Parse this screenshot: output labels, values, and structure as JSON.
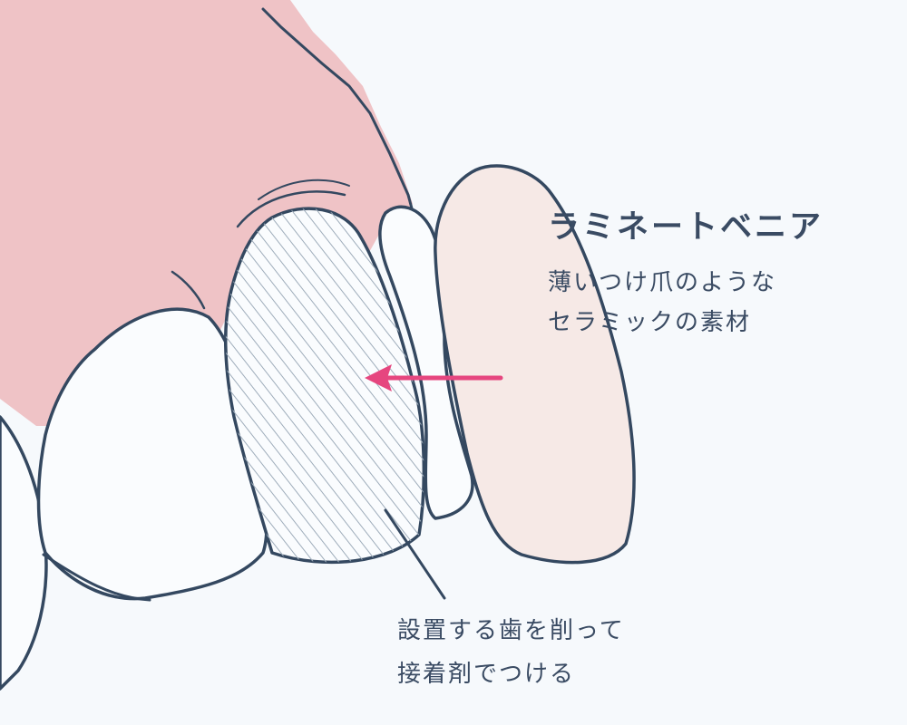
{
  "veneer": {
    "title": "ラミネートベニア",
    "description_lines": [
      "薄いつけ爪のような",
      "セラミックの素材"
    ]
  },
  "prepared_tooth": {
    "description_lines": [
      "設置する歯を削って",
      "接着剤でつける"
    ]
  },
  "colors": {
    "background": "#f6f9fc",
    "gum": "#efc3c6",
    "outline": "#344860",
    "veneer_fill": "#f6e9e6",
    "hatch": "#9eacba",
    "arrow": "#e6467f",
    "text": "#3a4b63"
  }
}
